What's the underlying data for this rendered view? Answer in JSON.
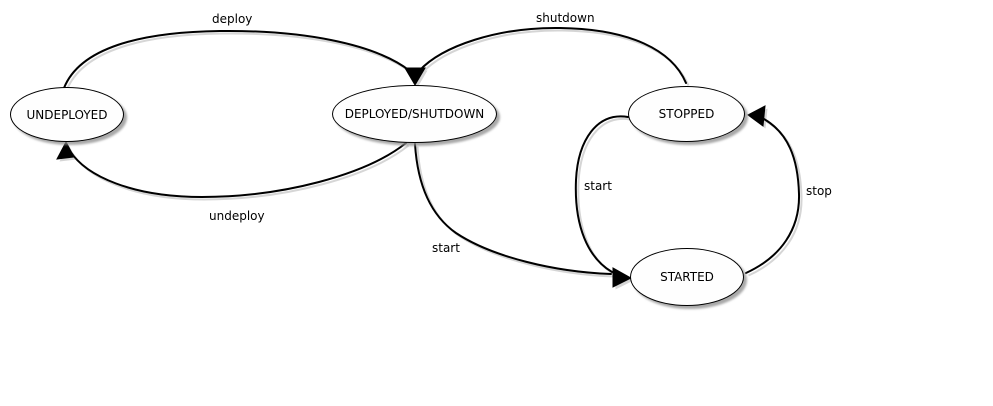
{
  "diagram": {
    "type": "state-machine",
    "background_color": "#ffffff",
    "line_color": "#000000",
    "node_fill_color": "#fefefe",
    "node_border_color": "#000000",
    "shadow_color": "#a9a9a9",
    "nodes": [
      {
        "id": "undeployed",
        "label": "UNDEPLOYED"
      },
      {
        "id": "deployed-shutdown",
        "label": "DEPLOYED/SHUTDOWN"
      },
      {
        "id": "stopped",
        "label": "STOPPED"
      },
      {
        "id": "started",
        "label": "STARTED"
      }
    ],
    "transitions": [
      {
        "label": "deploy",
        "from": "UNDEPLOYED",
        "to": "DEPLOYED/SHUTDOWN"
      },
      {
        "label": "shutdown",
        "from": "STOPPED",
        "to": "DEPLOYED/SHUTDOWN"
      },
      {
        "label": "undeploy",
        "from": "DEPLOYED/SHUTDOWN",
        "to": "UNDEPLOYED"
      },
      {
        "label": "start",
        "from": "DEPLOYED/SHUTDOWN",
        "to": "STARTED"
      },
      {
        "label": "start",
        "from": "STOPPED",
        "to": "STARTED"
      },
      {
        "label": "stop",
        "from": "STARTED",
        "to": "STOPPED"
      }
    ]
  }
}
